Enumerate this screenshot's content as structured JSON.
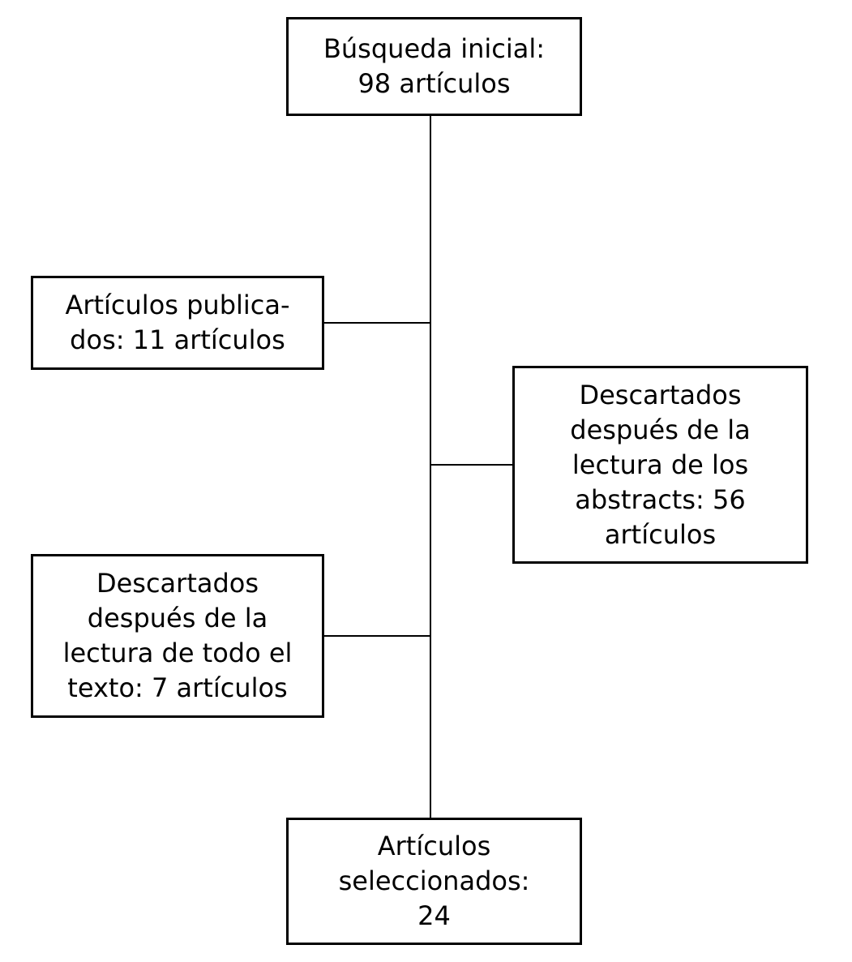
{
  "diagram": {
    "type": "flowchart",
    "language": "es",
    "colors": {
      "background": "#ffffff",
      "box_border": "#000000",
      "box_fill": "#ffffff",
      "text": "#000000",
      "connector": "#000000"
    },
    "nodes": {
      "initial": {
        "label": "Búsqueda inicial:\n98 artículos",
        "count": 98
      },
      "published": {
        "label": "Artículos publica-\ndos: 11 artículos",
        "count": 11
      },
      "discarded_abstracts": {
        "label": "Descartados\ndespués de la\nlectura de los\nabstracts: 56\nartículos",
        "count": 56
      },
      "discarded_fulltext": {
        "label": "Descartados\ndespués de la\nlectura de todo el\ntexto: 7 artículos",
        "count": 7
      },
      "selected": {
        "label": "Artículos\nseleccionados:\n24",
        "count": 24
      }
    },
    "edges": [
      {
        "from": "initial",
        "to": "selected",
        "via": "vertical-spine"
      },
      {
        "from": "published",
        "to": "vertical-spine"
      },
      {
        "from": "discarded_abstracts",
        "to": "vertical-spine"
      },
      {
        "from": "discarded_fulltext",
        "to": "vertical-spine"
      }
    ]
  }
}
